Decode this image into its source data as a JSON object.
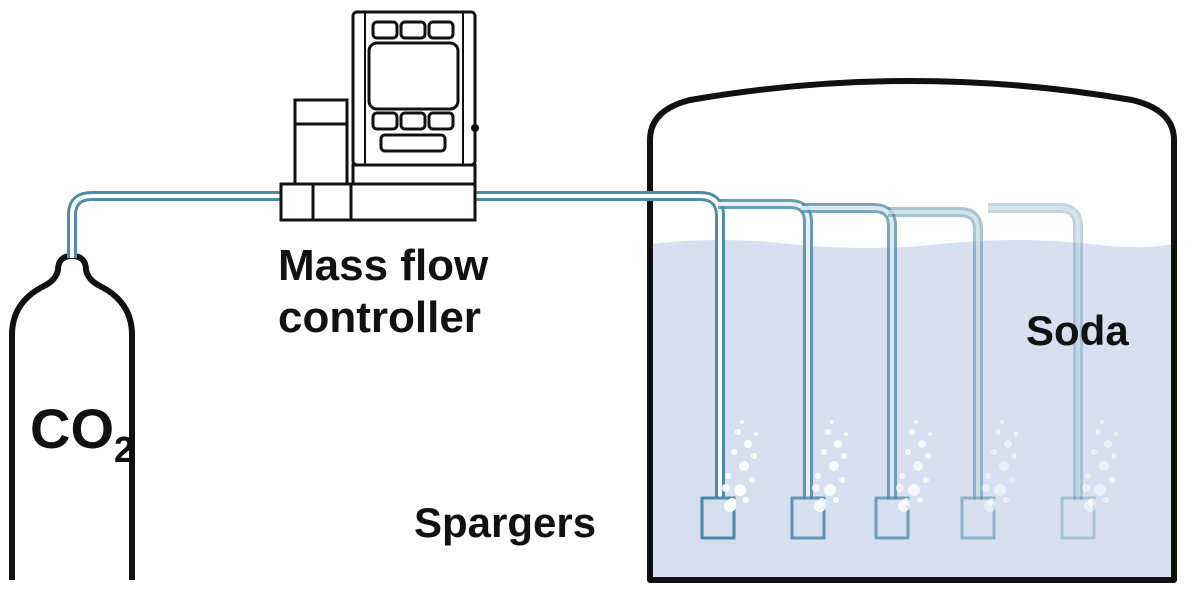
{
  "labels": {
    "co2_main": "CO",
    "co2_subscript": "2",
    "mfc_line1": "Mass flow",
    "mfc_line2": "controller",
    "soda": "Soda",
    "spargers": "Spargers"
  },
  "colors": {
    "outline": "#111111",
    "tube": "#4f8aa6",
    "tube_inner": "#ffffff",
    "liquid": "#d6e0f0",
    "bubble": "#ffffff",
    "background": "#ffffff"
  },
  "spargers": [
    {
      "name": "sparger-1",
      "opacity": 1.0
    },
    {
      "name": "sparger-2",
      "opacity": 0.85
    },
    {
      "name": "sparger-3",
      "opacity": 0.75
    },
    {
      "name": "sparger-4",
      "opacity": 0.5
    },
    {
      "name": "sparger-5",
      "opacity": 0.35
    }
  ]
}
